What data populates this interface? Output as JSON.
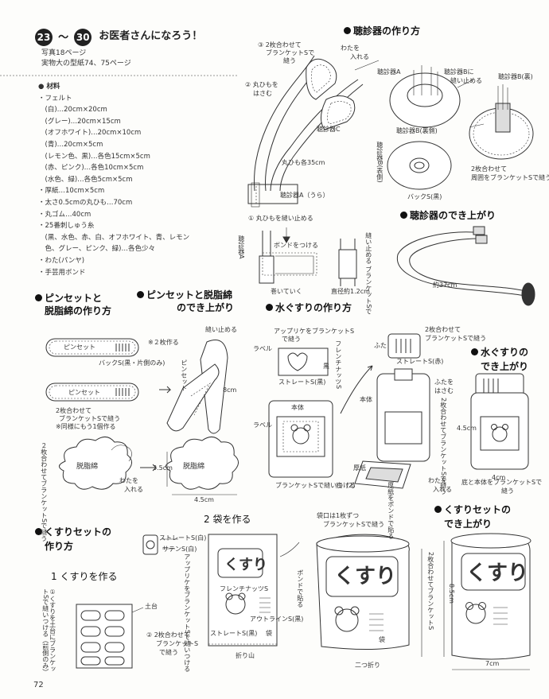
{
  "header": {
    "num_start": "23",
    "tilde": "～",
    "num_end": "30",
    "title": "お医者さんになろう！",
    "photo_ref": "写真18ページ",
    "pattern_ref": "実物大の型紙74、75ページ"
  },
  "materials": {
    "title": "材料",
    "items": [
      "・フェルト",
      "　(白)…20cm×20cm",
      "　(グレー)…20cm×15cm",
      "　(オフホワイト)…20cm×10cm",
      "　(青)…20cm×5cm",
      "　(レモン色、黒)…各色15cm×5cm",
      "　(赤、ピンク)…各色10cm×5cm",
      "　(水色、緑)…各色5cm×5cm",
      "・厚紙…10cm×5cm",
      "・太さ0.5cmの丸ひも…70cm",
      "・丸ゴム…40cm",
      "・25番刺しゅう糸",
      "　(黒、水色、赤、白、オフホワイト、青、レモン",
      "　色、グレー、ピンク、緑)…各色少々",
      "・わた(パンヤ)",
      "・手芸用ボンド"
    ]
  },
  "sections": {
    "stethoscope_make": "聴診器の作り方",
    "stethoscope_done": "聴診器のでき上がり",
    "tweezers_make_1": "ピンセットと",
    "tweezers_make_2": "脱脂綿の作り方",
    "tweezers_done_1": "ピンセットと脱脂綿",
    "tweezers_done_2": "のでき上がり",
    "medicine_make": "水ぐすりの作り方",
    "medicine_done_1": "水ぐすりの",
    "medicine_done_2": "でき上がり",
    "kit_make_1": "くすりセットの",
    "kit_make_2": "作り方",
    "kit_done_1": "くすりセットの",
    "kit_done_2": "でき上がり",
    "step1": "1 くすりを作る",
    "step2": "2 袋を作る"
  },
  "labels": {
    "s_step3": "③ 2枚合わせて",
    "s_step3b": "ブランケットSで",
    "s_step3c": "縫う",
    "cotton_in_1": "わたを",
    "cotton_in_2": "入れる",
    "s_step2": "② 丸ひもを",
    "s_step2b": "はさむ",
    "chest_a": "聴診器A",
    "chest_b_1": "聴診器Bに",
    "chest_b_2": "縫い止める",
    "chest_c": "聴診器C",
    "chest_b_back": "聴診器B(裏側)",
    "cord_each": "丸ひも各35cm",
    "chest_a_back": "聴診器A（うら）",
    "s_step1": "① 丸ひもを縫い止める",
    "bond": "ボンドをつける",
    "wrap": "巻いていく",
    "diameter": "直径約1.2cm",
    "sew_stop_blanket": "縫い止める ブランケットSで",
    "chest_b_right": "聴診器B(表側)",
    "chest_b_top": "聴診器B(裏)",
    "back_s": "バックS(黒)",
    "two_piece_round_1": "2枚合わせて",
    "two_piece_round_2": "周囲をブランケットSで縫う",
    "approx37": "約37cm",
    "tweezers": "ピンセット",
    "times2": "※２枚作る",
    "back_s_one": "バックS(黒・片側のみ)",
    "tweezers2": "ピンセット",
    "two_blanket_1": "2枚合わせて",
    "two_blanket_2": "ブランケットSで縫う",
    "same_one_more": "※同様にもう1個作る",
    "sew_stop": "縫い止める",
    "tweezers_v": "ピンセット",
    "eight_cm": "8cm",
    "cotton_swab": "脱脂綿",
    "cotton_swab2": "脱脂綿",
    "cotton_in_r1": "わたを",
    "cotton_in_r2": "入れる",
    "dim35": "3.5cm",
    "dim45": "4.5cm",
    "cotton_left_v": "２枚合わせてブランケットSで縫う",
    "applique_1": "アップリケをブランケットS",
    "applique_2": "で縫う",
    "label_word": "ラベル",
    "french_knot": "フレンチナッツS",
    "black": "黒",
    "straight_black": "ストレートS(黒)",
    "body": "本体",
    "label2": "ラベル",
    "blanket_attach": "ブランケットSで縫いつける",
    "lid": "ふた",
    "two_lid_1": "2枚合わせて",
    "two_lid_2": "ブランケットSで縫う",
    "straight_red": "ストレートS(赤)",
    "body2": "本体",
    "lid_sandwich_1": "ふたを",
    "lid_sandwich_2": "はさむ",
    "two_piece_v": "2枚合わせてブランケットSで縫う",
    "thick_paper": "厚紙",
    "bottom": "底（2）",
    "thick_paper_glue": "厚紙をボンドで貼る",
    "cotton_in_m1": "わたを",
    "cotton_in_m2": "入れる",
    "bottom_body_1": "底と本体をブランケットSで",
    "bottom_body_2": "縫う",
    "dim_med45": "4.5cm",
    "dim_med4": "4cm",
    "straight_b": "ストレートS(白)",
    "satin_b": "サテンS(白)",
    "place_on_base": "①くすりを土台にブランケットSで縫いつける（前側のみ）",
    "base": "土台",
    "two_blanket_kit_1": "② 2枚合わせて",
    "two_blanket_kit_2": "ブランケットS",
    "two_blanket_kit_3": "で縫う",
    "applique_v": "アップリケをブランケットSで縫いつける",
    "french_knot_s": "フレンチナッツS",
    "outline_s": "アウトラインS(黒)",
    "straight_black2": "ストレートS(黒)",
    "fold_line": "折り山",
    "bag_char": "袋",
    "bond_glue": "ボンドで貼る",
    "bag_one_1": "袋口は1枚ずつ",
    "bag_one_2": "ブランケットSで縫う",
    "two_piece_kit_v": "2枚合わせてブランケットS",
    "fold_in_two": "二つ折り",
    "dim_85": "8.5cm",
    "dim_7": "7cm",
    "kusuri_bag": "くすり",
    "kusuri_done": "くすり",
    "bag_char2": "袋"
  },
  "page_number": "72"
}
